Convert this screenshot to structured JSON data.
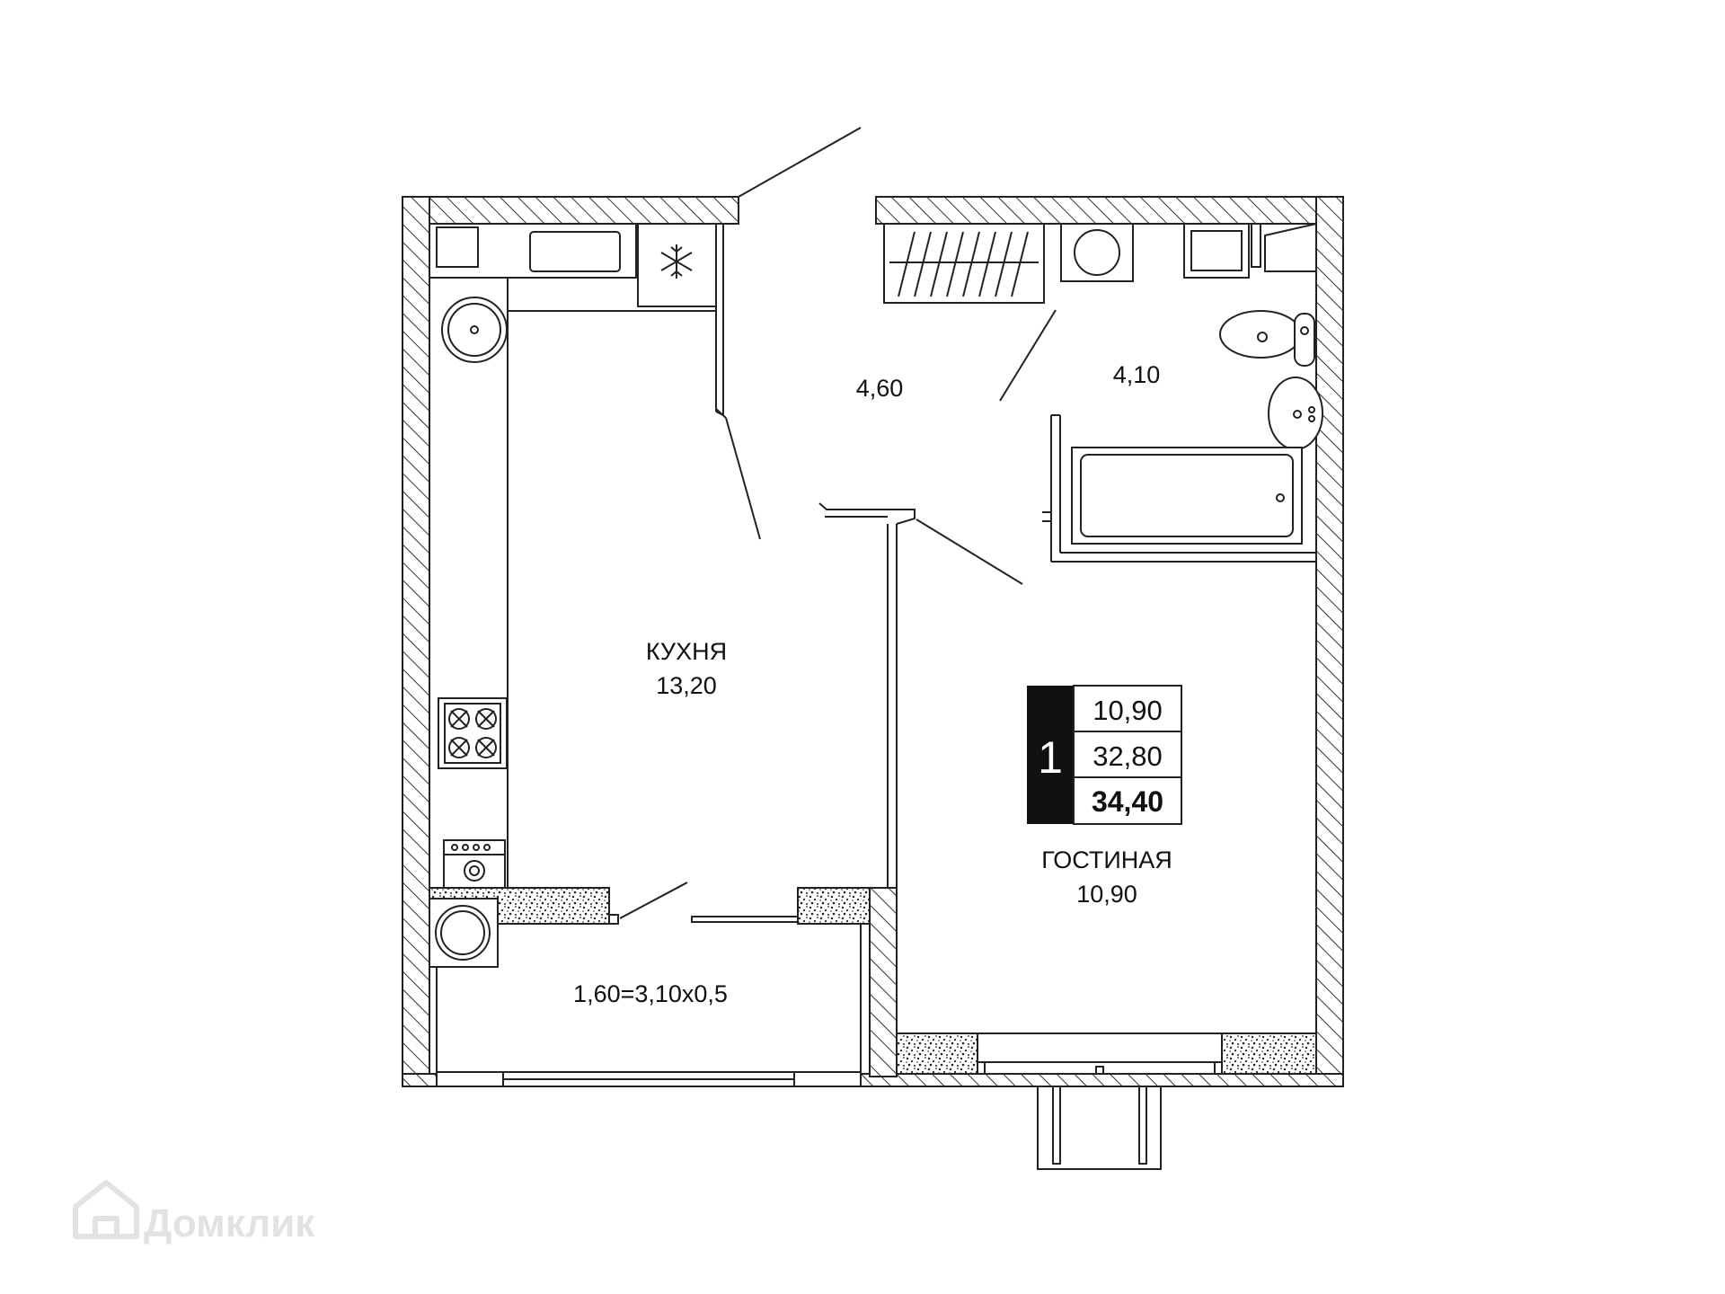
{
  "rooms": {
    "kitchen": {
      "name": "КУХНЯ",
      "area": "13,20"
    },
    "hall": {
      "area": "4,60"
    },
    "bathroom": {
      "area": "4,10"
    },
    "living": {
      "name": "ГОСТИНАЯ",
      "area": "10,90"
    },
    "balcony": {
      "area": "1,60=3,10х0,5"
    }
  },
  "summary": {
    "room_count": "1",
    "living_area": "10,90",
    "total_area_no_balcony": "32,80",
    "total_area": "34,40"
  },
  "watermark": {
    "text": "Домклик",
    "icon": "house-logo-icon"
  },
  "icons": [
    "snowflake-icon",
    "stove-icon",
    "oven-icon",
    "washing-machine-icon",
    "sink-icon",
    "toilet-icon",
    "bathtub-icon"
  ],
  "colors": {
    "line": "#222222",
    "hatch": "#333333",
    "watermark": "#e2e2e2"
  }
}
